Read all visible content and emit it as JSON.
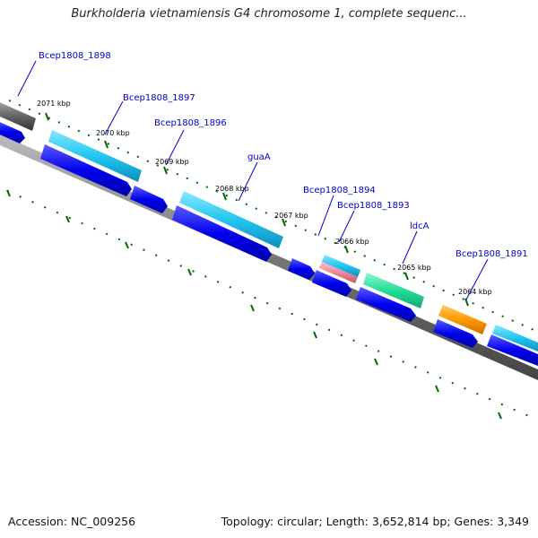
{
  "title": "Burkholderia vietnamiensis G4 chromosome 1, complete sequenc...",
  "footer": {
    "accession": "Accession: NC_009256",
    "summary": "Topology: circular; Length: 3,652,814 bp; Genes: 3,349"
  },
  "colors": {
    "gene_label": "#0000cc",
    "cds": "#0000ee",
    "tick": "#006600",
    "backbone": "#777777",
    "guaA": "#11aadd",
    "Bcep1808_1894": "#33aadd",
    "Bcep1808_1894_b": "#ee8899",
    "ldcA": "#22dd99",
    "Bcep1808_1891": "#ff9900",
    "Bcep1808_1898": "#666666"
  },
  "kbp_labels": [
    {
      "id": "t2071",
      "text": "2071 kbp"
    },
    {
      "id": "t2070",
      "text": "2070 kbp"
    },
    {
      "id": "t2069",
      "text": "2069 kbp"
    },
    {
      "id": "t2068",
      "text": "2068 kbp"
    },
    {
      "id": "t2067",
      "text": "2067 kbp"
    },
    {
      "id": "t2066",
      "text": "2066 kbp"
    },
    {
      "id": "t2065",
      "text": "2065 kbp"
    },
    {
      "id": "t2064",
      "text": "2064 kbp"
    }
  ],
  "gene_labels": [
    {
      "id": "g1898",
      "text": "Bcep1808_1898"
    },
    {
      "id": "g1897",
      "text": "Bcep1808_1897"
    },
    {
      "id": "g1896",
      "text": "Bcep1808_1896"
    },
    {
      "id": "gguaA",
      "text": "guaA"
    },
    {
      "id": "g1894",
      "text": "Bcep1808_1894"
    },
    {
      "id": "g1893",
      "text": "Bcep1808_1893"
    },
    {
      "id": "gldcA",
      "text": "ldcA"
    },
    {
      "id": "g1891",
      "text": "Bcep1808_1891"
    }
  ]
}
